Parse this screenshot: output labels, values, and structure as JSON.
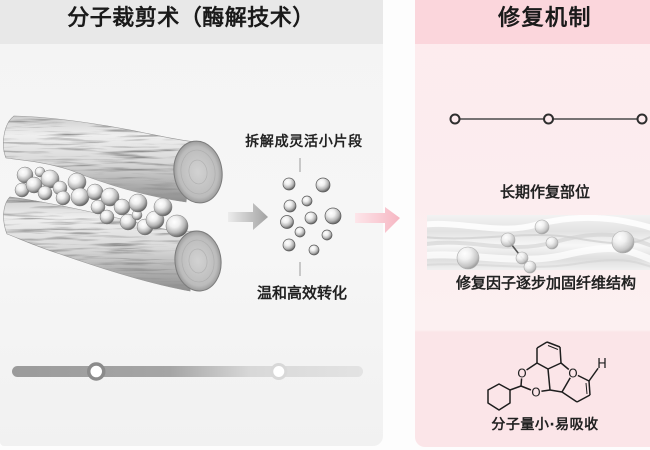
{
  "colors": {
    "left_header": "#e8e8e8",
    "left_body": "#f4f4f4",
    "right_header": "#fbd6dc",
    "right_body": "#fdebee",
    "right_body_lower": "#fbe5e8",
    "accent_pink": "#f6b6c2",
    "text": "#1a1a1a"
  },
  "left_panel": {
    "title": "分子裁剪术（酶解技术）",
    "illustration_icon": "fiber-bundle-with-particles-icon",
    "arrow_icon": "arrow-right-icon",
    "particles_icon": "small-fragments-icon",
    "top_label": "拆解成灵活小片段",
    "bottom_label": "温和高效转化",
    "progress_track": {
      "markers": [
        0.24,
        0.76
      ]
    }
  },
  "connector_arrow_icon": "arrow-right-icon",
  "right_panel": {
    "title": "修复机制",
    "timeline": {
      "nodes": 3
    },
    "sections": [
      {
        "label": "长期作复部位",
        "graphic_icon": "timeline-icon"
      },
      {
        "label": "修复因子逐步加固纤维结构",
        "graphic_icon": "fiber-with-repair-bubbles-icon"
      },
      {
        "label": "分子量小·易吸收",
        "graphic_icon": "molecule-structure-icon"
      }
    ],
    "molecule_atoms": {
      "o_upper": "O",
      "o_lower": "O",
      "o_ring": "O",
      "h": "H"
    }
  }
}
